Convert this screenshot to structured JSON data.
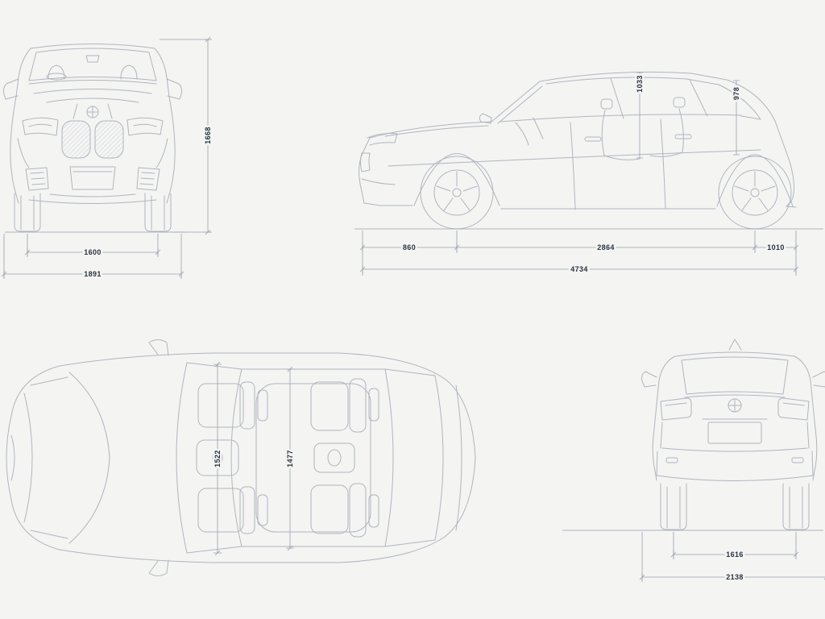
{
  "palette": {
    "background": "#f4f4f3",
    "car_line": "#b0b5bd",
    "dim_line": "#9aa1ab",
    "dim_text": "#2a3442"
  },
  "icons": {
    "bmw_roundel": "circle-with-cross"
  },
  "views": {
    "front": {
      "dims": {
        "height": "1668",
        "track_front": "1600",
        "width_incl_mirrors": "1891"
      }
    },
    "side": {
      "dims": {
        "front_overhang": "860",
        "wheelbase": "2864",
        "rear_overhang": "1010",
        "overall_length": "4734",
        "headroom_front": "1033",
        "headroom_rear": "978"
      }
    },
    "top": {
      "dims": {
        "interior_width_front": "1522",
        "interior_width_rear": "1477"
      }
    },
    "rear": {
      "dims": {
        "track_rear": "1616",
        "width_incl_mirrors": "2138"
      }
    }
  }
}
